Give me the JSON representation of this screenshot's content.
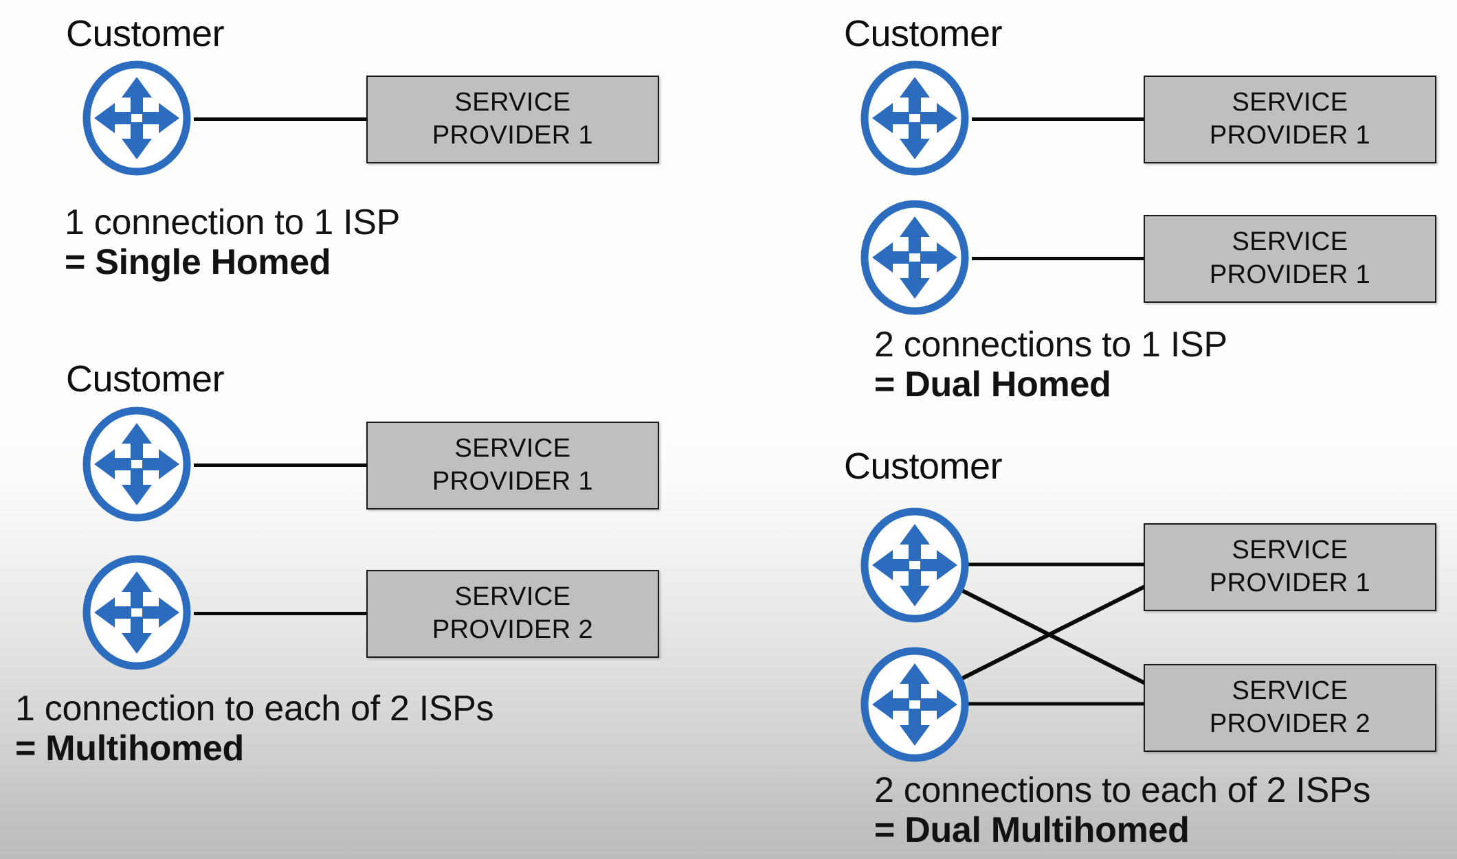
{
  "meta": {
    "router_blue": "#2C6CBE",
    "box_fill": "#BFBFBF",
    "box_border": "#1A1A1A",
    "link_color": "#0A0A0A"
  },
  "panels": [
    {
      "id": "single-homed",
      "customer_label": "Customer",
      "routers": [
        {
          "name": "router-icon"
        }
      ],
      "providers": [
        {
          "line1": "SERVICE",
          "line2": "PROVIDER 1"
        }
      ],
      "caption_line1": "1 connection to 1 ISP",
      "caption_line2": "= Single Homed"
    },
    {
      "id": "dual-homed",
      "customer_label": "Customer",
      "routers": [
        {
          "name": "router-icon"
        },
        {
          "name": "router-icon"
        }
      ],
      "providers": [
        {
          "line1": "SERVICE",
          "line2": "PROVIDER 1"
        },
        {
          "line1": "SERVICE",
          "line2": "PROVIDER 1"
        }
      ],
      "caption_line1": "2 connections to 1 ISP",
      "caption_line2": "= Dual Homed"
    },
    {
      "id": "multihomed",
      "customer_label": "Customer",
      "routers": [
        {
          "name": "router-icon"
        },
        {
          "name": "router-icon"
        }
      ],
      "providers": [
        {
          "line1": "SERVICE",
          "line2": "PROVIDER 1"
        },
        {
          "line1": "SERVICE",
          "line2": "PROVIDER 2"
        }
      ],
      "caption_line1": "1 connection to each of 2 ISPs",
      "caption_line2": "= Multihomed"
    },
    {
      "id": "dual-multihomed",
      "customer_label": "Customer",
      "routers": [
        {
          "name": "router-icon"
        },
        {
          "name": "router-icon"
        }
      ],
      "providers": [
        {
          "line1": "SERVICE",
          "line2": "PROVIDER 1"
        },
        {
          "line1": "SERVICE",
          "line2": "PROVIDER 2"
        }
      ],
      "caption_line1": "2 connections to each of 2 ISPs",
      "caption_line2": "= Dual Multihomed"
    }
  ]
}
